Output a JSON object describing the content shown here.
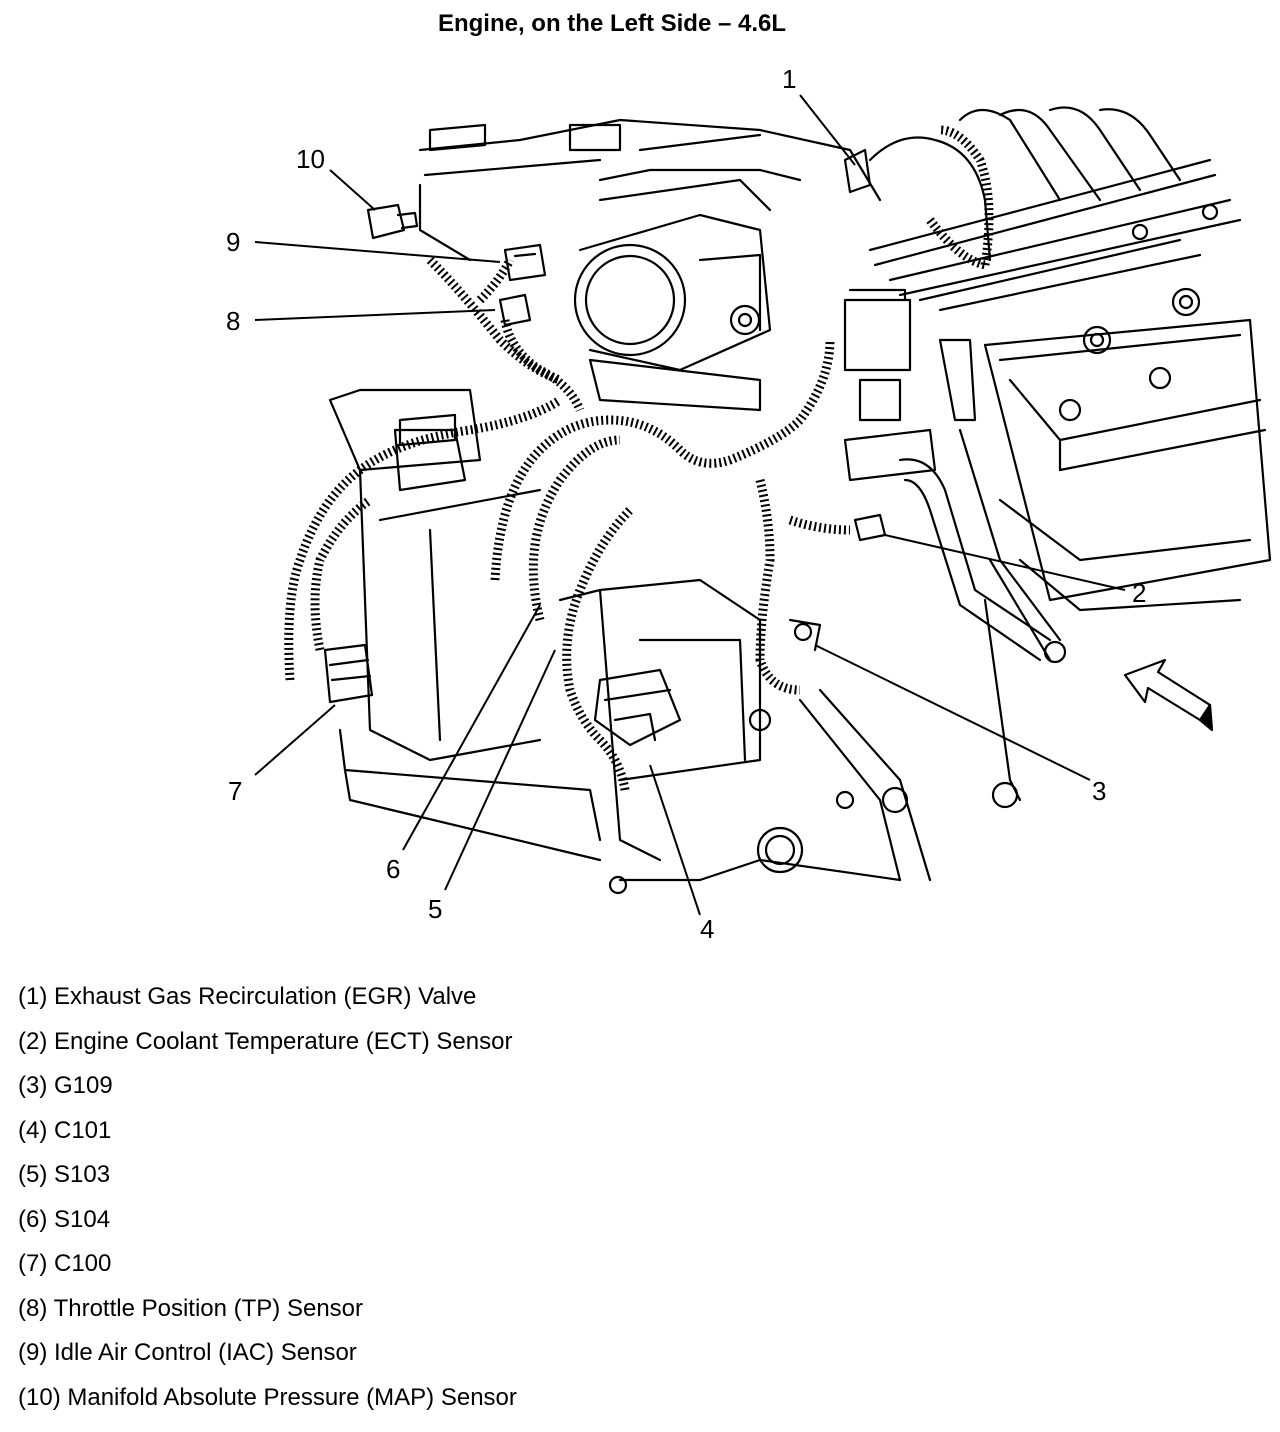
{
  "title": "Engine, on the Left Side – 4.6L",
  "callouts": [
    "1",
    "2",
    "3",
    "4",
    "5",
    "6",
    "7",
    "8",
    "9",
    "10"
  ],
  "legend": [
    "(1) Exhaust Gas Recirculation (EGR) Valve",
    "(2) Engine Coolant Temperature (ECT) Sensor",
    "(3) G109",
    "(4) C101",
    "(5) S103",
    "(6) S104",
    "(7) C100",
    "(8) Throttle Position (TP) Sensor",
    "(9) Idle Air Control (IAC) Sensor",
    "(10) Manifold Absolute Pressure (MAP) Sensor"
  ]
}
